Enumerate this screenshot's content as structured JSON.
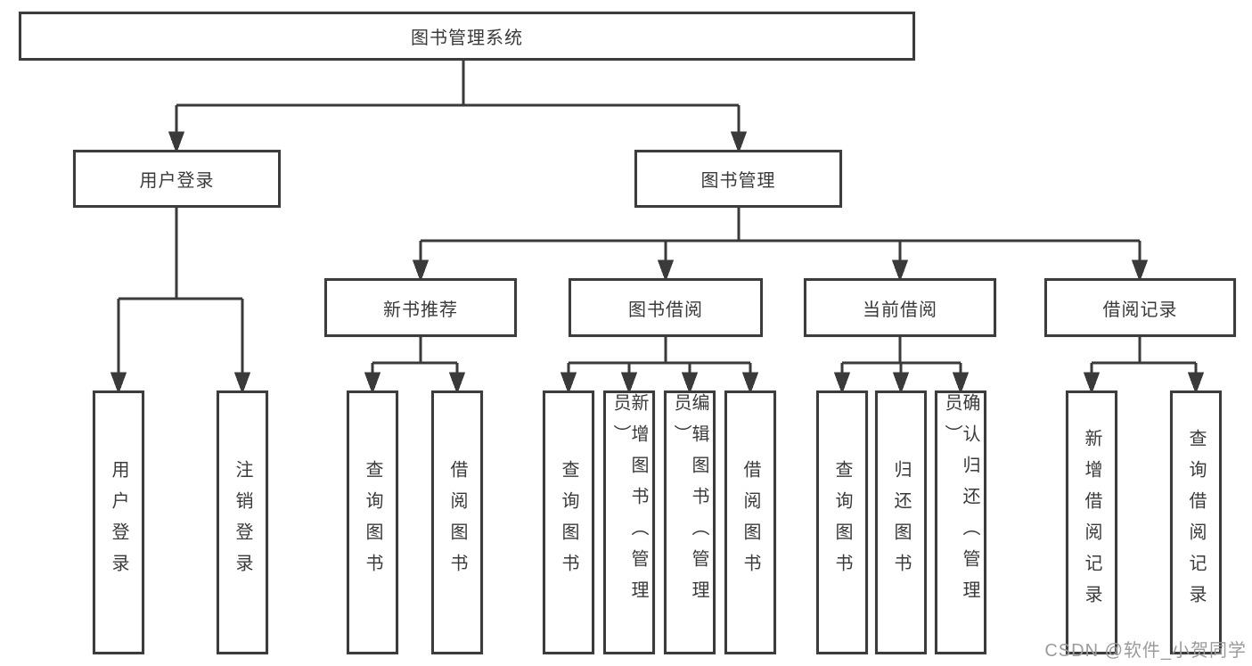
{
  "tree": {
    "label": "图书管理系统",
    "children": [
      {
        "label": "用户登录",
        "children": [
          {
            "label": "用户登录"
          },
          {
            "label": "注销登录"
          }
        ]
      },
      {
        "label": "图书管理",
        "children": [
          {
            "label": "新书推荐",
            "children": [
              {
                "label": "查询图书"
              },
              {
                "label": "借阅图书"
              }
            ]
          },
          {
            "label": "图书借阅",
            "children": [
              {
                "label": "查询图书"
              },
              {
                "label": "新增图书（管理员）"
              },
              {
                "label": "编辑图书（管理员）"
              },
              {
                "label": "借阅图书"
              }
            ]
          },
          {
            "label": "当前借阅",
            "children": [
              {
                "label": "查询图书"
              },
              {
                "label": "归还图书"
              },
              {
                "label": "确认归还（管理员）"
              }
            ]
          },
          {
            "label": "借阅记录",
            "children": [
              {
                "label": "新增借阅记录"
              },
              {
                "label": "查询借阅记录"
              }
            ]
          }
        ]
      }
    ]
  },
  "watermark": {
    "text": "CSDN @软件_小贺同学"
  },
  "colors": {
    "line": "#3a3a3a",
    "border": "#3c3c3c",
    "text": "#3a3a3a",
    "watermark_text": "#9b9b9b",
    "background": "#ffffff"
  }
}
